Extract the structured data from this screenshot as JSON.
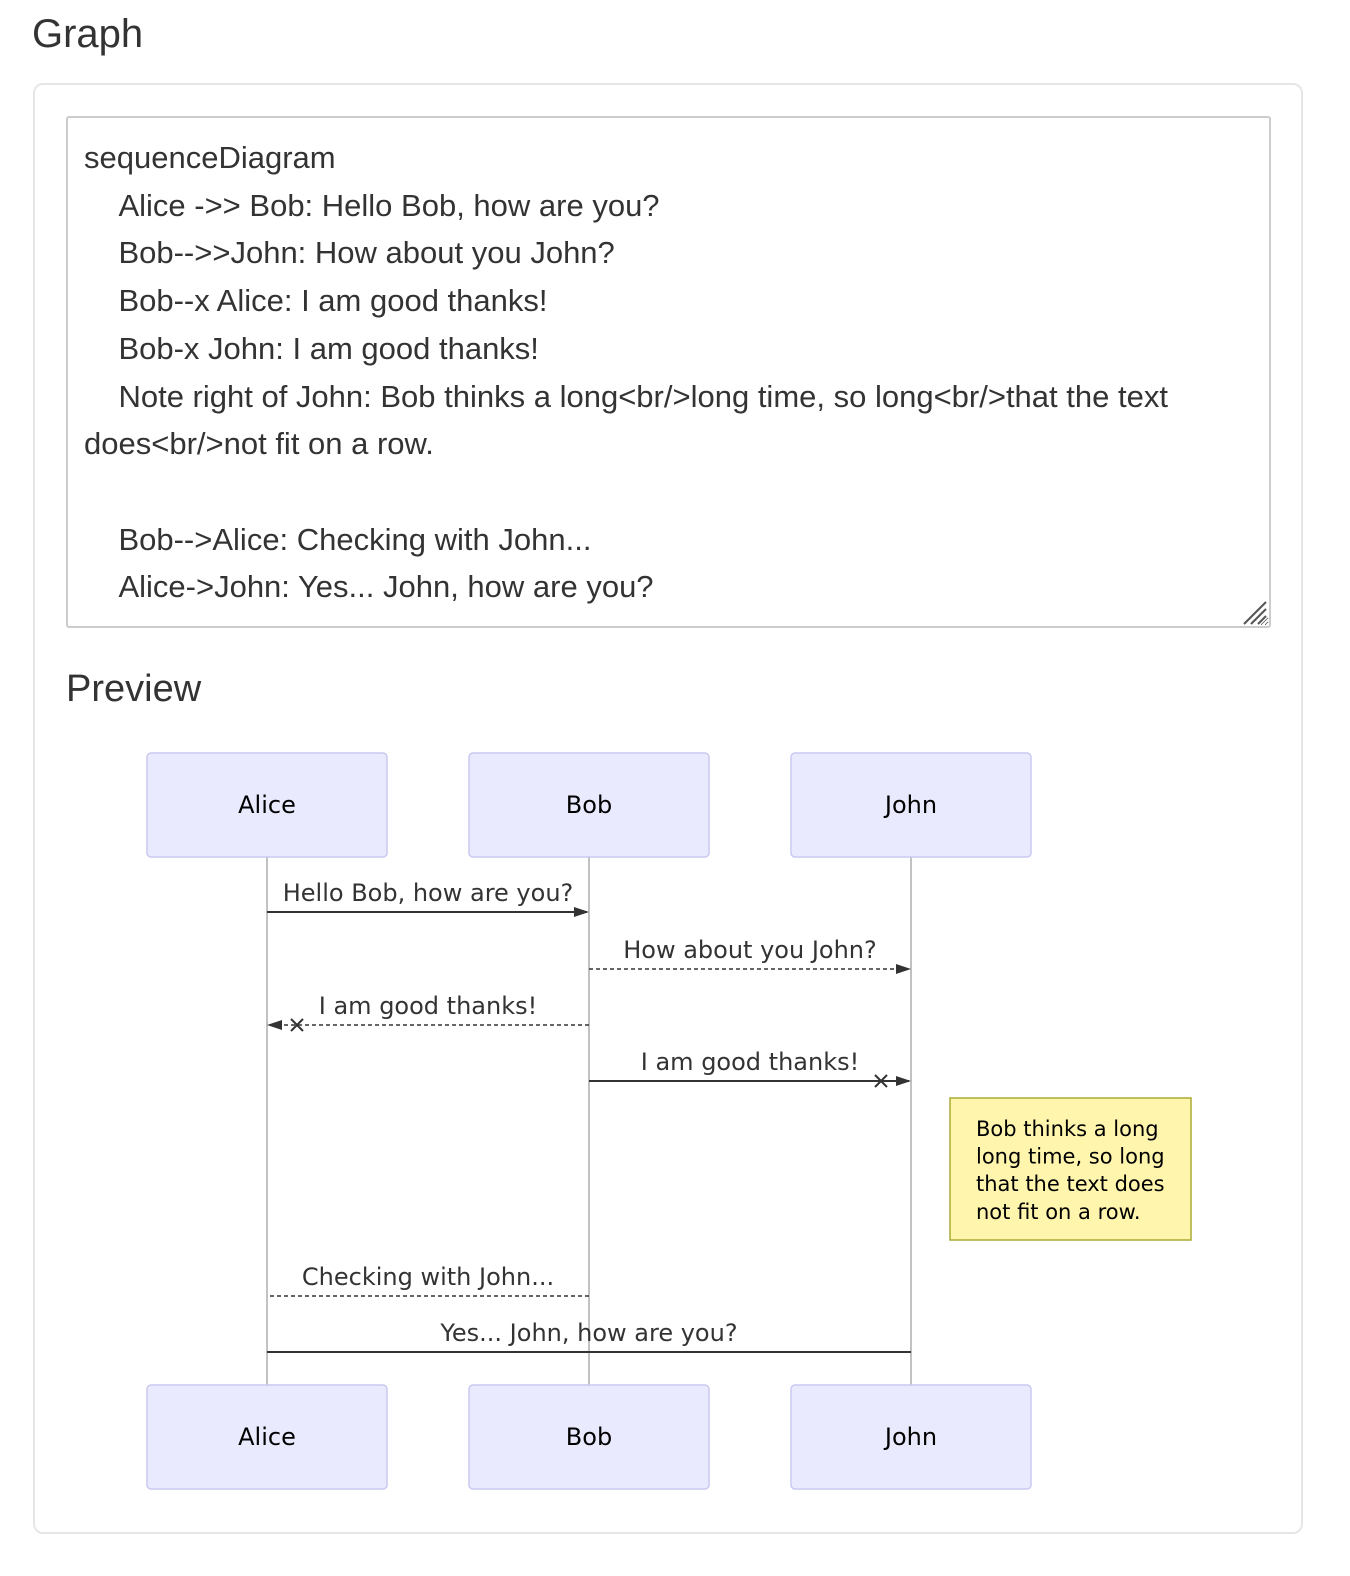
{
  "page": {
    "graph_heading": "Graph",
    "preview_heading": "Preview"
  },
  "editor": {
    "lines": [
      "sequenceDiagram",
      "    Alice ->> Bob: Hello Bob, how are you?",
      "    Bob-->>John: How about you John?",
      "    Bob--x Alice: I am good thanks!",
      "    Bob-x John: I am good thanks!",
      "    Note right of John: Bob thinks a long<br/>long time, so long<br/>that the text does<br/>not fit on a row.",
      "",
      "    Bob-->Alice: Checking with John...",
      "    Alice->John: Yes... John, how are you?"
    ]
  },
  "diagram": {
    "actors": [
      {
        "name": "Alice"
      },
      {
        "name": "Bob"
      },
      {
        "name": "John"
      }
    ],
    "messages": [
      {
        "from": "Alice",
        "to": "Bob",
        "text": "Hello Bob, how are you?",
        "line": "solid",
        "head": "arrow"
      },
      {
        "from": "Bob",
        "to": "John",
        "text": "How about you John?",
        "line": "dotted",
        "head": "arrow"
      },
      {
        "from": "Bob",
        "to": "Alice",
        "text": "I am good thanks!",
        "line": "dotted",
        "head": "cross"
      },
      {
        "from": "Bob",
        "to": "John",
        "text": "I am good thanks!",
        "line": "solid",
        "head": "cross"
      },
      {
        "from": "Bob",
        "to": "Alice",
        "text": "Checking with John...",
        "line": "dotted",
        "head": "none"
      },
      {
        "from": "Alice",
        "to": "John",
        "text": "Yes... John, how are you?",
        "line": "solid",
        "head": "none"
      }
    ],
    "note": {
      "position": "right of John",
      "lines": [
        "Bob thinks a long",
        "long time, so long",
        "that the text does",
        "not fit on a row."
      ]
    },
    "colors": {
      "actor_fill": "#eaeaff",
      "actor_stroke": "#c9c9f0",
      "lifeline": "#999999",
      "message_line": "#333333",
      "note_fill": "#fff5ad",
      "note_stroke": "#aaaa33"
    }
  }
}
